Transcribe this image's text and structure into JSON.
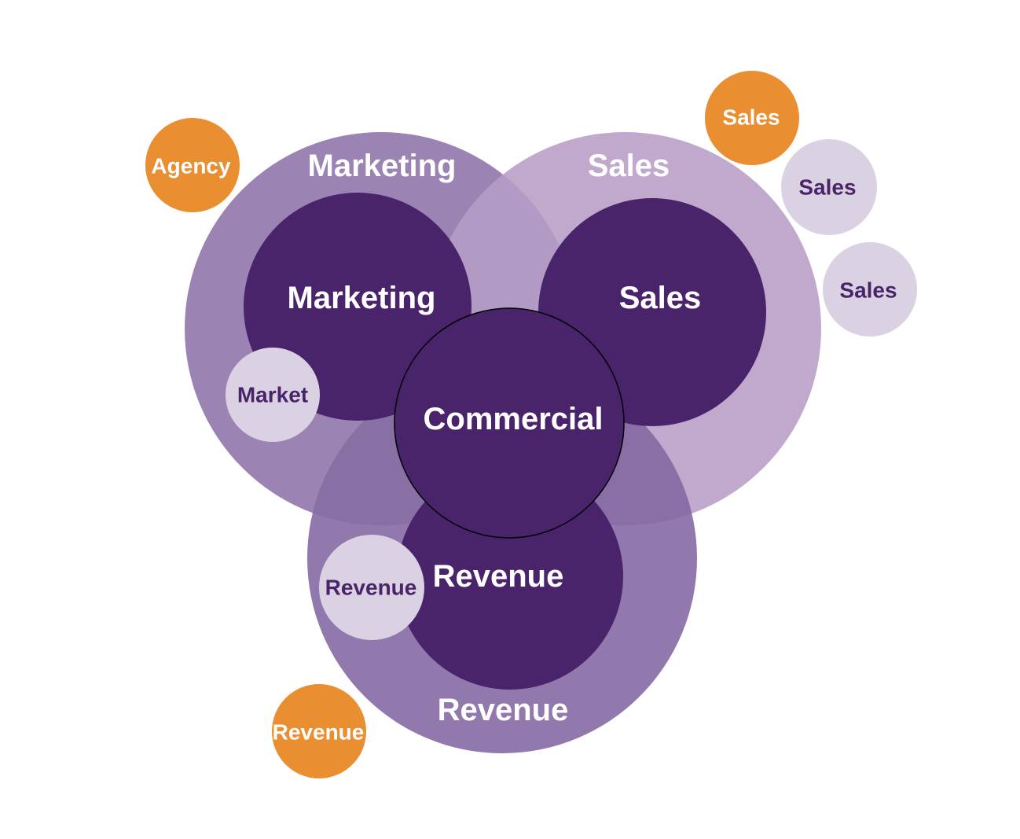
{
  "diagram": {
    "type": "overlapping-circles",
    "colors": {
      "marketing_outer": "#9b84b3",
      "sales_outer": "#c1a9cd",
      "marketing_sales_overlap": "#b19ac4",
      "revenue_outer": "#9178ad",
      "revenue_marketing_overlap": "#8870a5",
      "revenue_sales_overlap": "#8a6fa6",
      "inner_dark": "#4a246b",
      "small_light": "#dad2e3",
      "small_light_text": "#4a2469",
      "orange": "#e98e31",
      "label_white": "#ffffff",
      "core_stroke": "#000000"
    },
    "outer_circles": [
      {
        "id": "marketing",
        "label": "Marketing"
      },
      {
        "id": "sales",
        "label": "Sales"
      },
      {
        "id": "revenue",
        "label": "Revenue"
      }
    ],
    "inner_circles": [
      {
        "id": "marketing",
        "label": "Marketing"
      },
      {
        "id": "sales",
        "label": "Sales"
      },
      {
        "id": "revenue",
        "label": "Revenue"
      }
    ],
    "core": {
      "label": "Commercial"
    },
    "light_circles": [
      {
        "id": "market",
        "label": "Market"
      },
      {
        "id": "sales-1",
        "label": "Sales"
      },
      {
        "id": "sales-2",
        "label": "Sales"
      },
      {
        "id": "revenue",
        "label": "Revenue"
      }
    ],
    "orange_circles": [
      {
        "id": "agency",
        "label": "Agency"
      },
      {
        "id": "sales",
        "label": "Sales"
      },
      {
        "id": "revenue",
        "label": "Revenue"
      }
    ]
  }
}
